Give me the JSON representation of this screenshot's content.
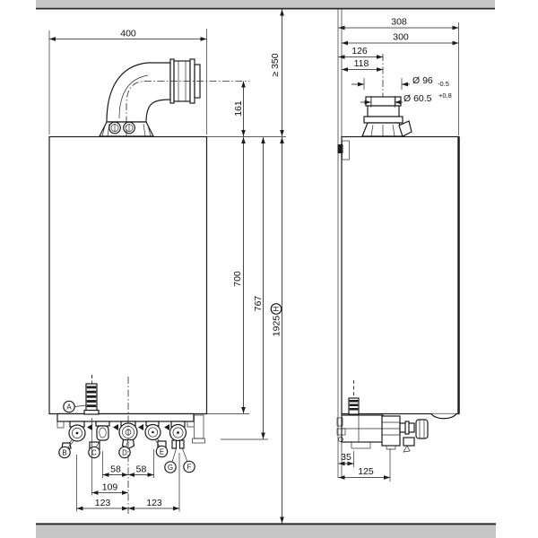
{
  "colors": {
    "line": "#1c1c1c",
    "surface_gray": "#c6c6c6",
    "background": "#ffffff"
  },
  "front_view": {
    "dim_width": "400",
    "dim_flue_center_height": "161",
    "dim_top_clearance": "≥ 350",
    "dim_case_height": "700",
    "dim_height_with_connections": "767",
    "dim_total_height": "1925",
    "dim_total_height_ref": "H",
    "dim_c_to_center": "58",
    "dim_center_to_e": "58",
    "dim_gas_to_center": "109",
    "dim_b_to_center": "123",
    "dim_center_to_f": "123",
    "connection_labels": {
      "a": "A",
      "b": "B",
      "c": "C",
      "d": "D",
      "e": "E",
      "f": "F",
      "g": "G"
    }
  },
  "side_view": {
    "dim_total_depth": "308",
    "dim_case_depth": "300",
    "dim_flue_offset_outer": "126",
    "dim_flue_offset_inner": "118",
    "dim_flue_outer_diameter": "Ø 96",
    "dim_flue_outer_tolerance": "-0.5",
    "dim_flue_inner_diameter": "Ø 60.5",
    "dim_flue_inner_tolerance": "+0.8",
    "dim_wall_to_gas": "35",
    "dim_wall_to_valve": "125"
  }
}
